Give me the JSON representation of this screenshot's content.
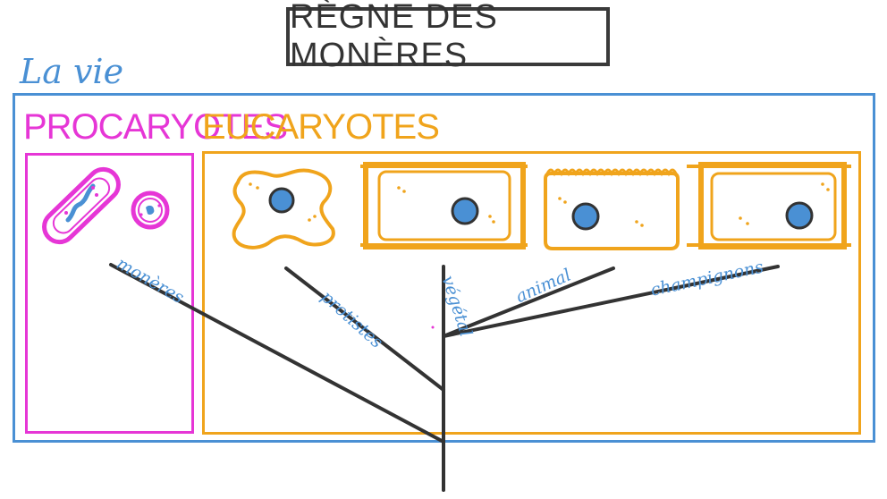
{
  "title": "RÈGNE DES MONÈRES",
  "root_label": "La vie",
  "domains": {
    "prokaryotes": "PROCARYOTES",
    "eukaryotes": "EUCARYOTES"
  },
  "branches": {
    "moneres": "monères",
    "protistes": "protistes",
    "vegetal": "végétal",
    "animal": "animal",
    "champignons": "champignons"
  },
  "colors": {
    "blue": "#4a90d4",
    "magenta": "#e636d6",
    "orange": "#f0a41c",
    "dark": "#333333"
  }
}
